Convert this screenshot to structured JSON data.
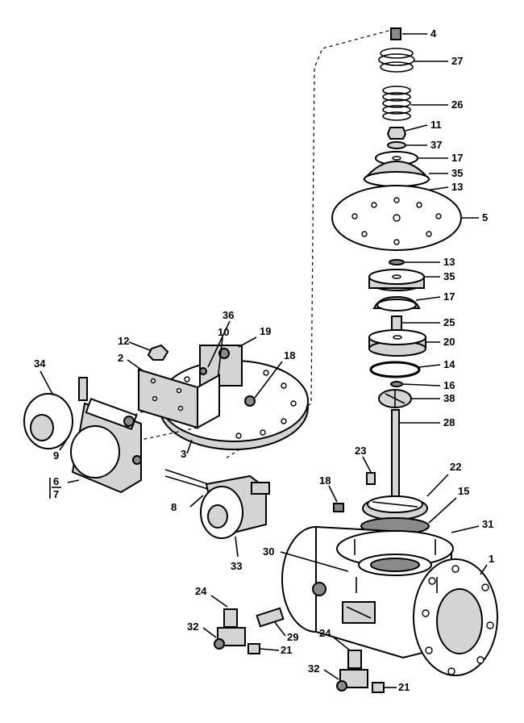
{
  "callouts": [
    {
      "id": "c4",
      "text": "4"
    },
    {
      "id": "c27",
      "text": "27"
    },
    {
      "id": "c26",
      "text": "26"
    },
    {
      "id": "c11",
      "text": "11"
    },
    {
      "id": "c37",
      "text": "37"
    },
    {
      "id": "c17a",
      "text": "17"
    },
    {
      "id": "c35a",
      "text": "35"
    },
    {
      "id": "c13a",
      "text": "13"
    },
    {
      "id": "c5",
      "text": "5"
    },
    {
      "id": "c13b",
      "text": "13"
    },
    {
      "id": "c35b",
      "text": "35"
    },
    {
      "id": "c17b",
      "text": "17"
    },
    {
      "id": "c25",
      "text": "25"
    },
    {
      "id": "c20",
      "text": "20"
    },
    {
      "id": "c14",
      "text": "14"
    },
    {
      "id": "c16",
      "text": "16"
    },
    {
      "id": "c38",
      "text": "38"
    },
    {
      "id": "c28",
      "text": "28"
    },
    {
      "id": "c22",
      "text": "22"
    },
    {
      "id": "c15",
      "text": "15"
    },
    {
      "id": "c31",
      "text": "31"
    },
    {
      "id": "c1",
      "text": "1"
    },
    {
      "id": "c23",
      "text": "23"
    },
    {
      "id": "c18b",
      "text": "18"
    },
    {
      "id": "c30",
      "text": "30"
    },
    {
      "id": "c36",
      "text": "36"
    },
    {
      "id": "c10",
      "text": "10"
    },
    {
      "id": "c19",
      "text": "19"
    },
    {
      "id": "c12",
      "text": "12"
    },
    {
      "id": "c2",
      "text": "2"
    },
    {
      "id": "c18a",
      "text": "18"
    },
    {
      "id": "c34",
      "text": "34"
    },
    {
      "id": "c9",
      "text": "9"
    },
    {
      "id": "c3",
      "text": "3"
    },
    {
      "id": "c6",
      "text": "6"
    },
    {
      "id": "c7",
      "text": "7"
    },
    {
      "id": "c8",
      "text": "8"
    },
    {
      "id": "c33",
      "text": "33"
    },
    {
      "id": "c24a",
      "text": "24"
    },
    {
      "id": "c32a",
      "text": "32"
    },
    {
      "id": "c21a",
      "text": "21"
    },
    {
      "id": "c29",
      "text": "29"
    },
    {
      "id": "c24b",
      "text": "24"
    },
    {
      "id": "c32b",
      "text": "32"
    },
    {
      "id": "c21b",
      "text": "21"
    }
  ]
}
